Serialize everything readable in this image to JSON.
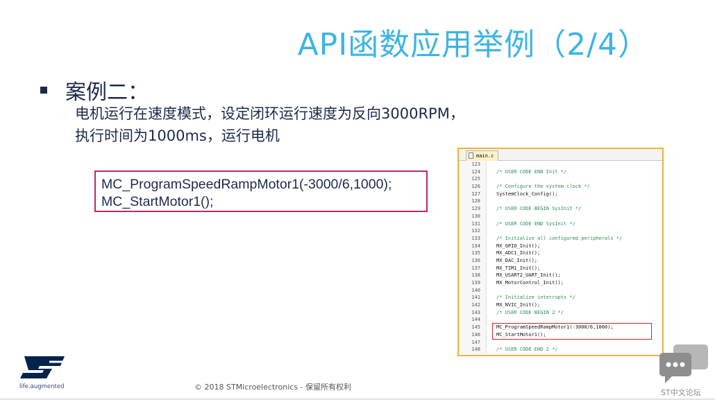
{
  "slide": {
    "title": "API函数应用举例（2/4）",
    "bullet": "案例二：",
    "desc_line1": "电机运行在速度模式，设定闭环运行速度为反向3000RPM，",
    "desc_line2": "执行时间为1000ms，运行电机",
    "code_lines": [
      "MC_ProgramSpeedRampMotor1(-3000/6,1000);",
      "MC_StartMotor1();"
    ]
  },
  "editor": {
    "tab_label": "main.c",
    "lines": [
      {
        "n": "123",
        "text": "",
        "type": "code"
      },
      {
        "n": "124",
        "text": "/* USER CODE END Init */",
        "type": "comment"
      },
      {
        "n": "125",
        "text": "",
        "type": "code"
      },
      {
        "n": "126",
        "text": "/* Configure the system clock */",
        "type": "comment"
      },
      {
        "n": "127",
        "text": "SystemClock_Config();",
        "type": "code"
      },
      {
        "n": "128",
        "text": "",
        "type": "code"
      },
      {
        "n": "129",
        "text": "/* USER CODE BEGIN SysInit */",
        "type": "comment"
      },
      {
        "n": "130",
        "text": "",
        "type": "code"
      },
      {
        "n": "131",
        "text": "/* USER CODE END SysInit */",
        "type": "comment"
      },
      {
        "n": "132",
        "text": "",
        "type": "code"
      },
      {
        "n": "133",
        "text": "/* Initialize all configured peripherals */",
        "type": "comment"
      },
      {
        "n": "134",
        "text": "MX_GPIO_Init();",
        "type": "code"
      },
      {
        "n": "135",
        "text": "MX_ADC1_Init();",
        "type": "code"
      },
      {
        "n": "136",
        "text": "MX_DAC_Init();",
        "type": "code"
      },
      {
        "n": "137",
        "text": "MX_TIM1_Init();",
        "type": "code"
      },
      {
        "n": "138",
        "text": "MX_USART2_UART_Init();",
        "type": "code"
      },
      {
        "n": "139",
        "text": "MX_MotorControl_Init();",
        "type": "code"
      },
      {
        "n": "140",
        "text": "",
        "type": "code"
      },
      {
        "n": "141",
        "text": "/* Initialize interrupts */",
        "type": "comment"
      },
      {
        "n": "142",
        "text": "MX_NVIC_Init();",
        "type": "code"
      },
      {
        "n": "143",
        "text": "/* USER CODE BEGIN 2 */",
        "type": "comment"
      },
      {
        "n": "144",
        "text": "",
        "type": "code"
      },
      {
        "n": "145",
        "text": "MC_ProgramSpeedRampMotor1(-3000/6,1000);",
        "type": "code"
      },
      {
        "n": "146",
        "text": "MC_StartMotor1();",
        "type": "code"
      },
      {
        "n": "147",
        "text": "",
        "type": "code"
      },
      {
        "n": "148",
        "text": "/* USER CODE END 2 */",
        "type": "comment"
      }
    ]
  },
  "footer": {
    "tagline": "life.augmented",
    "copyright": "© 2018 STMicroelectronics - 保留所有权利",
    "forum": "ST中文论坛"
  },
  "icons": {
    "logo": "st-logo-icon",
    "forum": "chat-bubble-icon",
    "file": "file-icon"
  },
  "colors": {
    "title": "#3cb4e5",
    "code_box_border": "#b8286e",
    "editor_border": "#f2b13a",
    "highlight_border": "#e02020"
  }
}
